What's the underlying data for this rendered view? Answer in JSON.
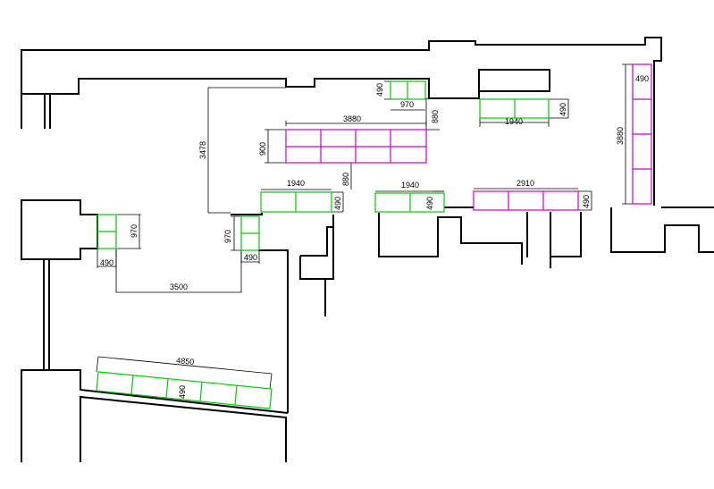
{
  "colors": {
    "wall": "#000000",
    "green_module": "#00cc00",
    "magenta_module": "#cc00cc",
    "background": "#ffffff"
  },
  "dimensions": {
    "d490_top": "490",
    "d970_top": "970",
    "d880_a": "880",
    "d1940_right": "1940",
    "d490_right": "490",
    "d3880_vertical_right": "3880",
    "d490_vertical_right": "490",
    "d3880_top_row": "3880",
    "d900": "900",
    "d880_b": "880",
    "d3478": "3478",
    "d1940_center": "1940",
    "d490_center": "490",
    "d1940_mid": "1940",
    "d490_mid": "490",
    "d2910": "2910",
    "d490_magenta": "490",
    "d970_left": "970",
    "d490_left": "490",
    "d970_mid_left": "970",
    "d490_mid_left": "490",
    "d3500": "3500",
    "d4850": "4850",
    "d490_bottom": "490"
  }
}
